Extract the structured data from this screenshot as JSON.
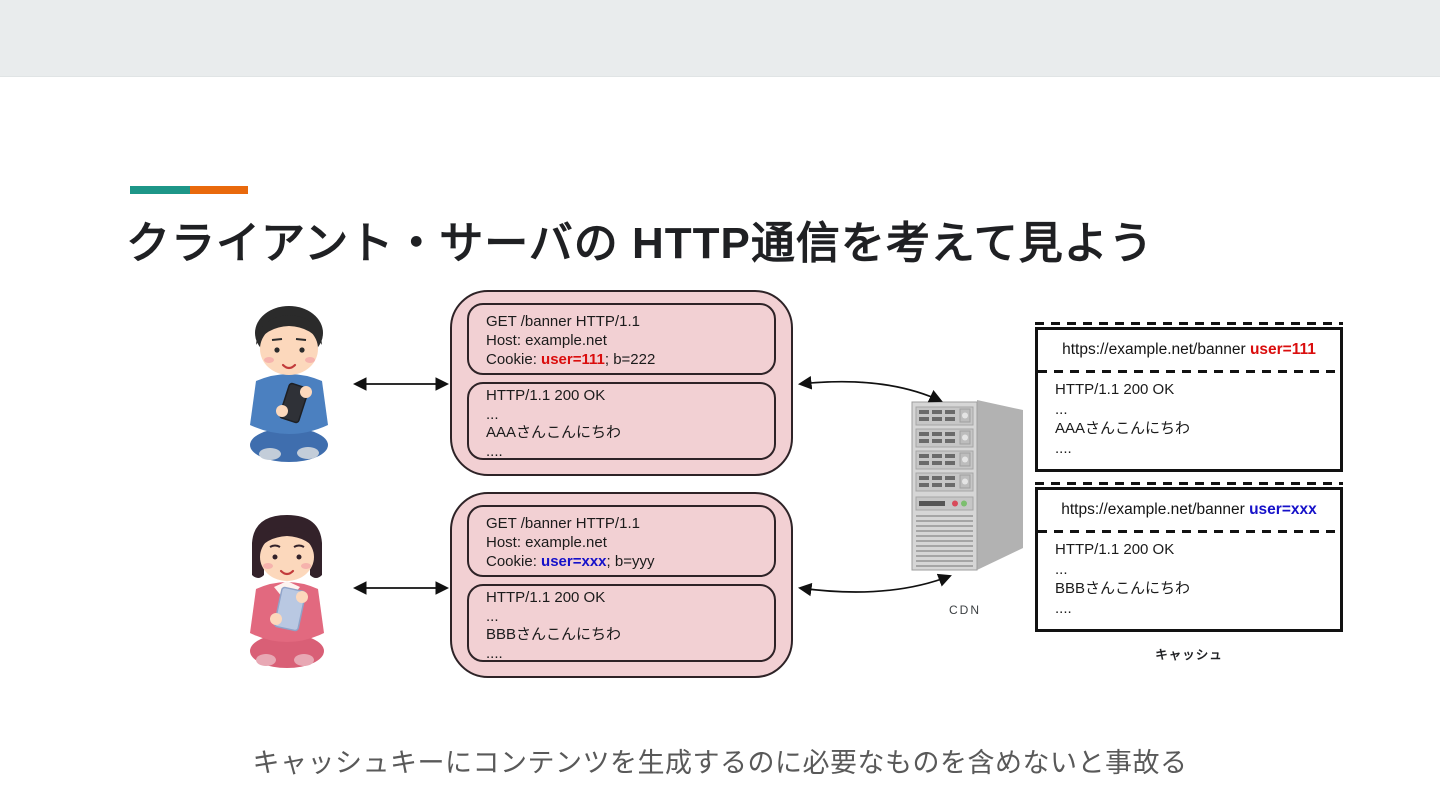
{
  "title": "クライアント・サーバの HTTP通信を考えて見よう",
  "caption": "キャッシュキーにコンテンツを生成するのに必要なものを含めないと事故る",
  "labels": {
    "cdn": "CDN",
    "cache": "キャッシュ"
  },
  "colors": {
    "accent_teal": "#1d9688",
    "accent_orange": "#e9690c",
    "bubble_pink": "#f2d0d3",
    "highlight_red": "#da0d0d",
    "highlight_blue": "#1611c9",
    "top_band_gray": "#e9eced"
  },
  "exchanges": [
    {
      "request": {
        "line1": "GET /banner HTTP/1.1",
        "line2": "Host: example.net",
        "cookie_label": "Cookie: ",
        "cookie_key": "user=111",
        "cookie_rest": "; b=222"
      },
      "response": {
        "status": "HTTP/1.1 200 OK",
        "dots1": "...",
        "body": "AAAさんこんにちわ",
        "dots2": "...."
      }
    },
    {
      "request": {
        "line1": "GET /banner HTTP/1.1",
        "line2": "Host: example.net",
        "cookie_label": "Cookie: ",
        "cookie_key": "user=xxx",
        "cookie_rest": "; b=yyy"
      },
      "response": {
        "status": "HTTP/1.1 200 OK",
        "dots1": "...",
        "body": "BBBさんこんにちわ",
        "dots2": "...."
      }
    }
  ],
  "caches": [
    {
      "url": "https://example.net/banner ",
      "key": "user=111",
      "status": "HTTP/1.1 200 OK",
      "dots1": "...",
      "body": "AAAさんこんにちわ",
      "dots2": "...."
    },
    {
      "url": "https://example.net/banner ",
      "key": "user=xxx",
      "status": "HTTP/1.1 200 OK",
      "dots1": "...",
      "body": "BBBさんこんにちわ",
      "dots2": "...."
    }
  ]
}
